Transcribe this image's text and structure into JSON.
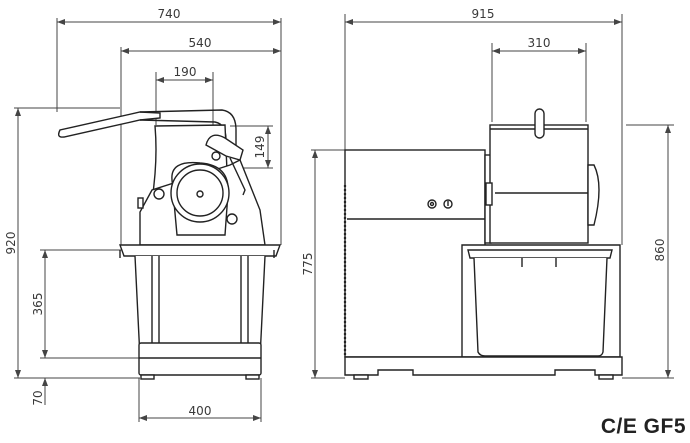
{
  "title": "C/E GF5",
  "front_view": {
    "dimensions": {
      "overall_width": "740",
      "body_width": "540",
      "hopper_width": "190",
      "hopper_height": "149",
      "overall_height": "920",
      "stand_height": "365",
      "foot_height": "70",
      "base_width": "400"
    }
  },
  "side_view": {
    "dimensions": {
      "overall_depth": "915",
      "drum_width": "310",
      "body_height": "775",
      "drum_height": "860"
    }
  },
  "colors": {
    "line": "#222222",
    "dimension": "#444444"
  }
}
